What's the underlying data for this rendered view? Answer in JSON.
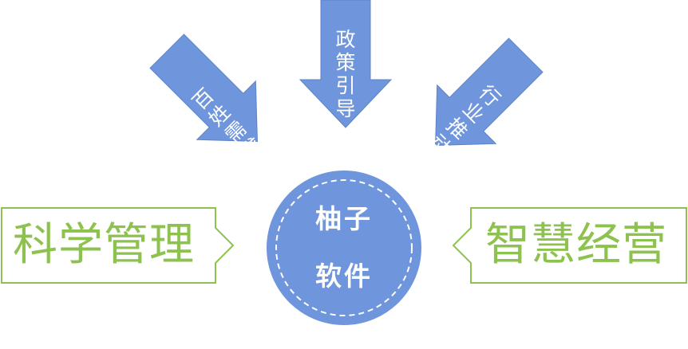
{
  "colors": {
    "arrow_fill": "#6f96dc",
    "circle_fill": "#6f96dc",
    "box_stroke": "#8dc24f",
    "box_text": "#8dc24f",
    "label_text": "#ffffff"
  },
  "arrows": {
    "left_diag": {
      "label": "百姓需求",
      "icon": "arrow-down-right-icon"
    },
    "top": {
      "label": "政策引导",
      "icon": "arrow-down-icon"
    },
    "right_diag": {
      "label": "行业推动",
      "icon": "arrow-down-left-icon"
    }
  },
  "center": {
    "line1": "柚子",
    "line2": "软件"
  },
  "left_box": {
    "label": "科学管理",
    "icon": "chevron-right-icon"
  },
  "right_box": {
    "label": "智慧经营",
    "icon": "chevron-left-icon"
  }
}
